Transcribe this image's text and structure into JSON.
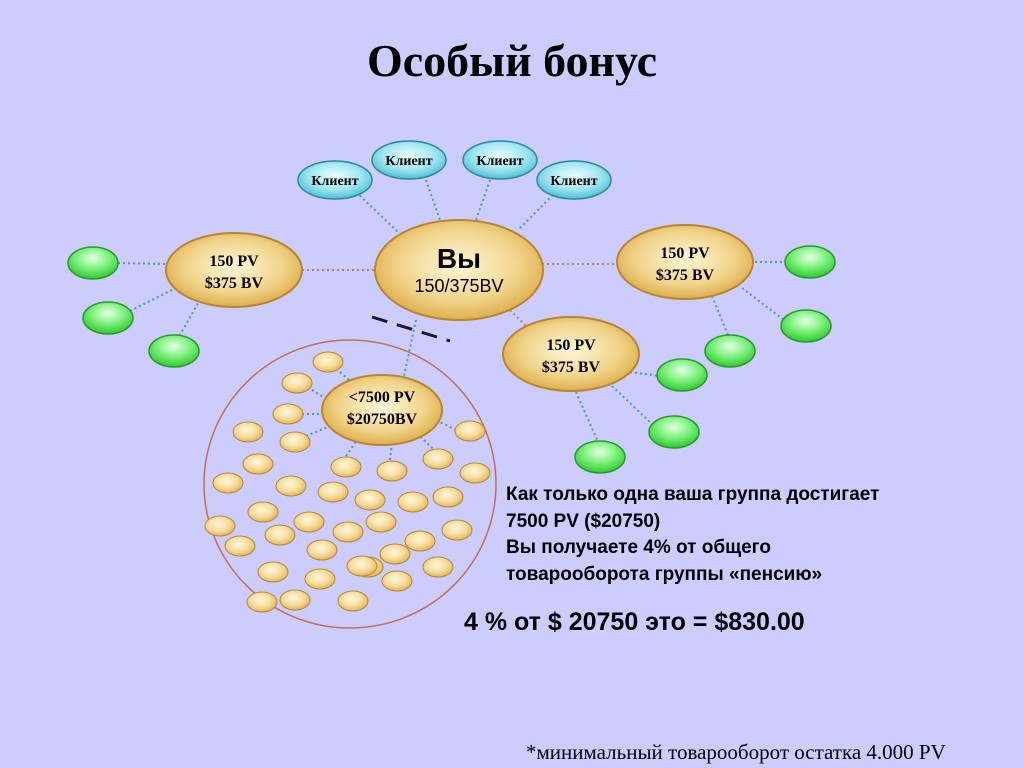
{
  "title": "Особый бонус",
  "center": {
    "line1": "Вы",
    "line2": "150/375BV"
  },
  "clients": [
    "Клиент",
    "Клиент",
    "Клиент",
    "Клиент"
  ],
  "partners": [
    {
      "pv": "150 PV",
      "bv": "$375 BV"
    },
    {
      "pv": "150 PV",
      "bv": "$375 BV"
    },
    {
      "pv": "150 PV",
      "bv": "$375 BV"
    }
  ],
  "group": {
    "pv": "<7500 PV",
    "bv": "$20750BV"
  },
  "description": [
    "Как только одна ваша группа достигает",
    "7500 PV  ($20750)",
    "Вы получаете 4% от общего",
    "товарооборота группы «пенсию»"
  ],
  "calculation": "4 % от $ 20750 это = $830.00",
  "footnote": "*минимальный товарооборот остатка 4.000 PV",
  "colors": {
    "background": "#ccccff",
    "gold_node": "#e9c15f",
    "client_node": "#5cc8dc",
    "green_node": "#4de84d",
    "connector": "#4a9aa0",
    "partner_link": "#c07a5a",
    "group_circle": "#c07050",
    "dash": "#1a1a2e"
  }
}
